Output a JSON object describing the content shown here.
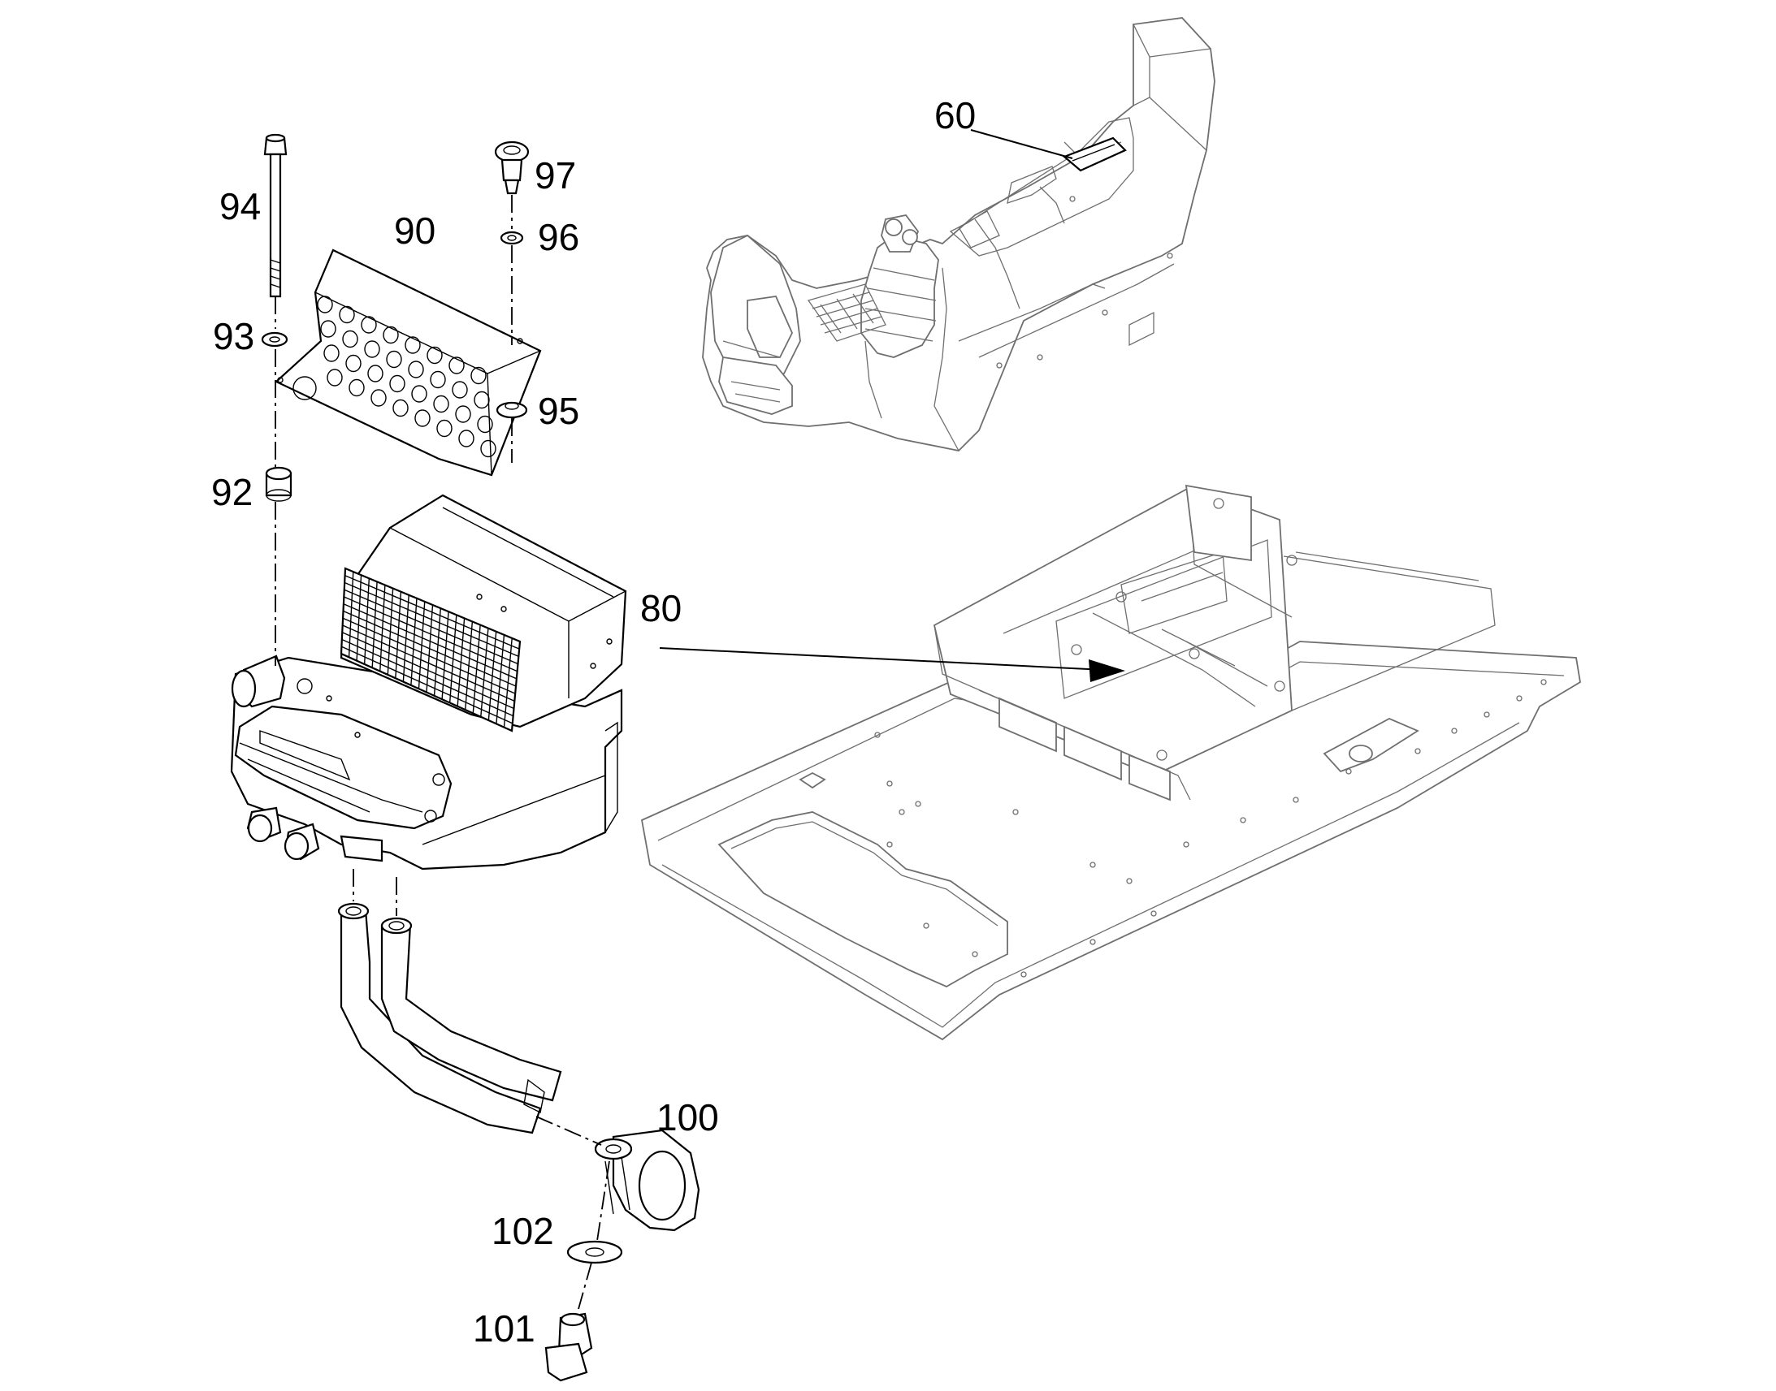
{
  "callouts": {
    "c60": "60",
    "c80": "80",
    "c90": "90",
    "c92": "92",
    "c93": "93",
    "c94": "94",
    "c95": "95",
    "c96": "96",
    "c97": "97",
    "c100": "100",
    "c101": "101",
    "c102": "102"
  },
  "colors": {
    "line": "#000000",
    "context_line": "#6f6f6f",
    "background": "#ffffff"
  }
}
